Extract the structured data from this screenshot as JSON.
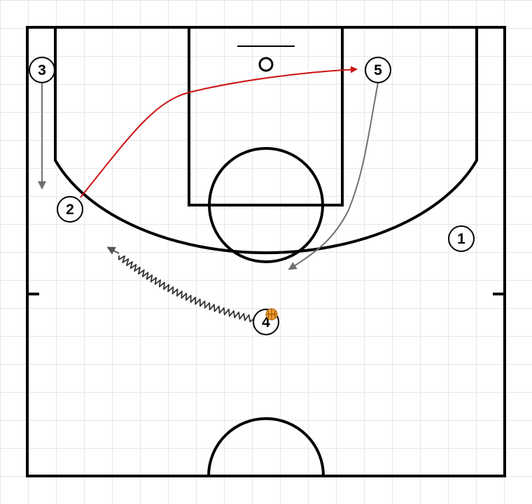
{
  "diagram": {
    "players": [
      {
        "id": "player-1",
        "label": "1"
      },
      {
        "id": "player-2",
        "label": "2"
      },
      {
        "id": "player-3",
        "label": "3"
      },
      {
        "id": "player-4",
        "label": "4"
      },
      {
        "id": "player-5",
        "label": "5"
      }
    ],
    "colors": {
      "court_lines": "#000000",
      "grid": "#e6e6e6",
      "pass": "#cc1111",
      "cut": "#707070",
      "dribble": "#333333",
      "ball": "#f0a030"
    },
    "ball": {
      "holder": "4",
      "icon": "basketball-icon"
    },
    "actions": [
      {
        "type": "pass",
        "from": "2",
        "to": "5"
      },
      {
        "type": "cut",
        "player": "3"
      },
      {
        "type": "cut",
        "player": "5"
      },
      {
        "type": "dribble",
        "player": "4"
      }
    ]
  }
}
